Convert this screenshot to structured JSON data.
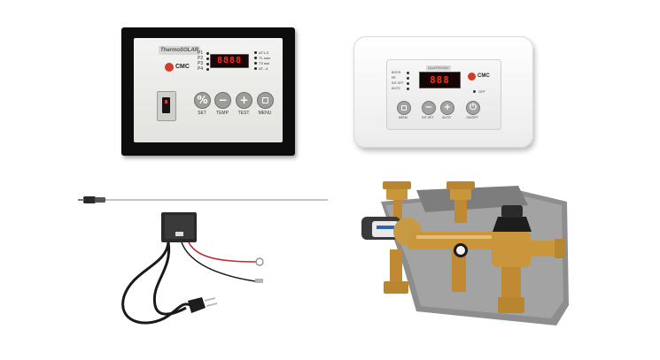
{
  "black_controller": {
    "brand": "ThermoSOLAR",
    "logo_text": "CMC",
    "display_value": "8888",
    "left_indicators": [
      "P1",
      "P2",
      "P3",
      "P4"
    ],
    "right_indicators": [
      "ΔT1-3",
      "T1 max",
      "T3 min",
      "ΔT...4"
    ],
    "buttons": [
      {
        "label": "SET",
        "icon": "percent-icon"
      },
      {
        "label": "TEMP",
        "icon": "minus-icon"
      },
      {
        "label": "TEST",
        "icon": "plus-icon"
      },
      {
        "label": "MENU",
        "icon": "square-icon"
      }
    ]
  },
  "white_controller": {
    "brand": "DualTRONIC",
    "logo_text": "CMC",
    "display_value": "888",
    "left_indicators": [
      "BOOS",
      "RE",
      "INT-OFF",
      "AUTO"
    ],
    "off_label": "OFF",
    "buttons": [
      {
        "label": "MENU",
        "icon": "square-icon"
      },
      {
        "label": "INT-SET",
        "icon": "minus-icon"
      },
      {
        "label": "AUTO",
        "icon": "plus-icon"
      },
      {
        "label": "ON/OFF",
        "icon": "power-icon"
      }
    ]
  },
  "colors": {
    "display_red": "#ff2a1a",
    "logo_red": "#d23a2a",
    "brass": "#c9963c",
    "insulation_grey": "#8f8f8f",
    "cable_black": "#1a1a1a"
  }
}
